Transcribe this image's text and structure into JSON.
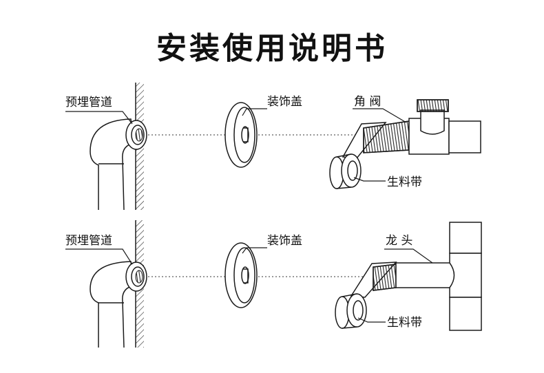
{
  "title": "安装使用说明书",
  "rows": [
    {
      "pipe_label": "预埋管道",
      "cover_label": "装饰盖",
      "fitting_label": "角 阀",
      "tape_label": "生料带"
    },
    {
      "pipe_label": "预埋管道",
      "cover_label": "装饰盖",
      "fitting_label": "龙 头",
      "tape_label": "生料带"
    }
  ],
  "colors": {
    "line": "#1a1a1a",
    "background": "#ffffff"
  }
}
